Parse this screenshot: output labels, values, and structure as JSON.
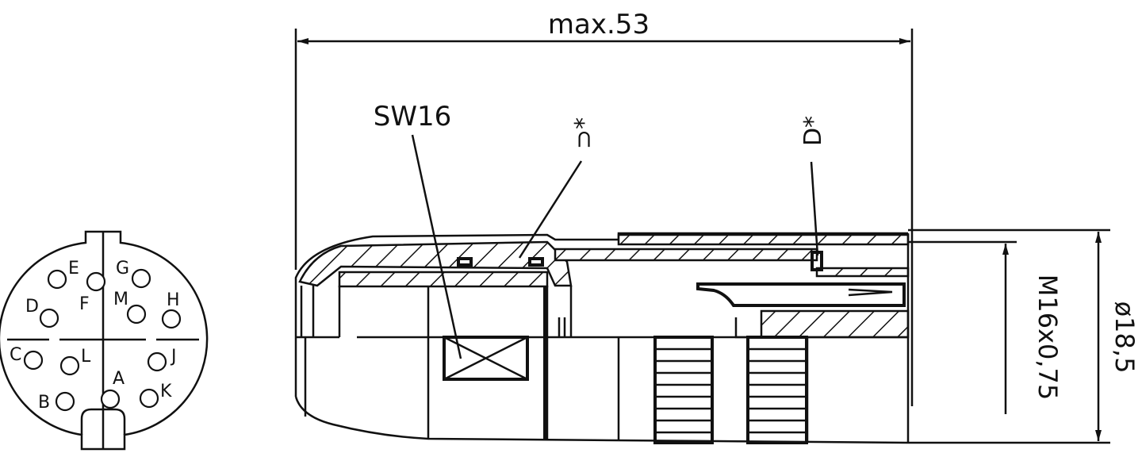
{
  "title": "Connector technical drawing",
  "face_view": {
    "pins": [
      "A",
      "B",
      "C",
      "D",
      "E",
      "F",
      "G",
      "H",
      "J",
      "K",
      "L",
      "M"
    ]
  },
  "dimensions": {
    "overall_length": "max.53",
    "wrench_size": "SW16",
    "thread": "M16x0,75",
    "diameter": "ø18,5",
    "note_u": "⊃*",
    "note_d": "D*"
  },
  "colors": {
    "line": "#111111",
    "background": "#ffffff"
  }
}
